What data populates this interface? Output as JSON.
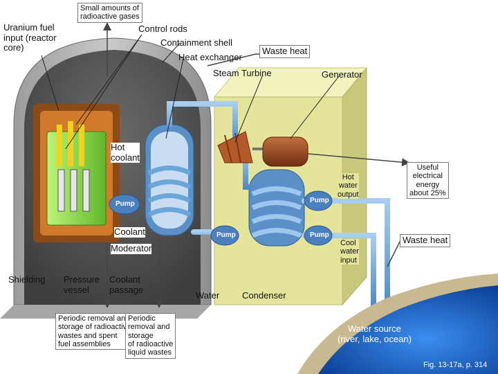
{
  "labels": {
    "small_gases": "Small amounts of\nradioactive gases",
    "uranium": "Uranium fuel\ninput (reactor\ncore)",
    "control_rods": "Control rods",
    "containment": "Containment shell",
    "waste_heat_top": "Waste heat",
    "heat_exchanger": "Heat exchanger",
    "steam_turbine": "Steam Turbine",
    "generator": "Generator",
    "hot_coolant": "Hot\ncoolant",
    "useful_energy": "Useful\nelectrical\nenergy\nabout 25%",
    "hot_water_output": "Hot\nwater\noutput",
    "pump": "Pump",
    "coolant": "Coolant",
    "moderator": "Moderator",
    "cool_water_input": "Cool\nwater\ninput",
    "waste_heat_right": "Waste heat",
    "shielding": "Shielding",
    "pressure_vessel": "Pressure\nvessel",
    "coolant_passage": "Coolant\npassage",
    "water": "Water",
    "condenser": "Condenser",
    "periodic_solid": "Periodic removal and\nstorage of radioactive\nwastes and spent\nfuel assemblies",
    "periodic_liquid": "Periodic\nremoval and\nstorage\nof radioactive\nliquid wastes",
    "water_source": "Water source\n(river, lake, ocean)",
    "caption": "Fig. 13-17a, p. 314"
  },
  "colors": {
    "containment": "#8a8a8a",
    "shielding": "#8b4a16",
    "core": "#7ed63a",
    "pipe": "#6aa6d9",
    "turbine_building": "#e4e59b",
    "water": "#1e6fd0",
    "generator": "#9a4a1e"
  }
}
